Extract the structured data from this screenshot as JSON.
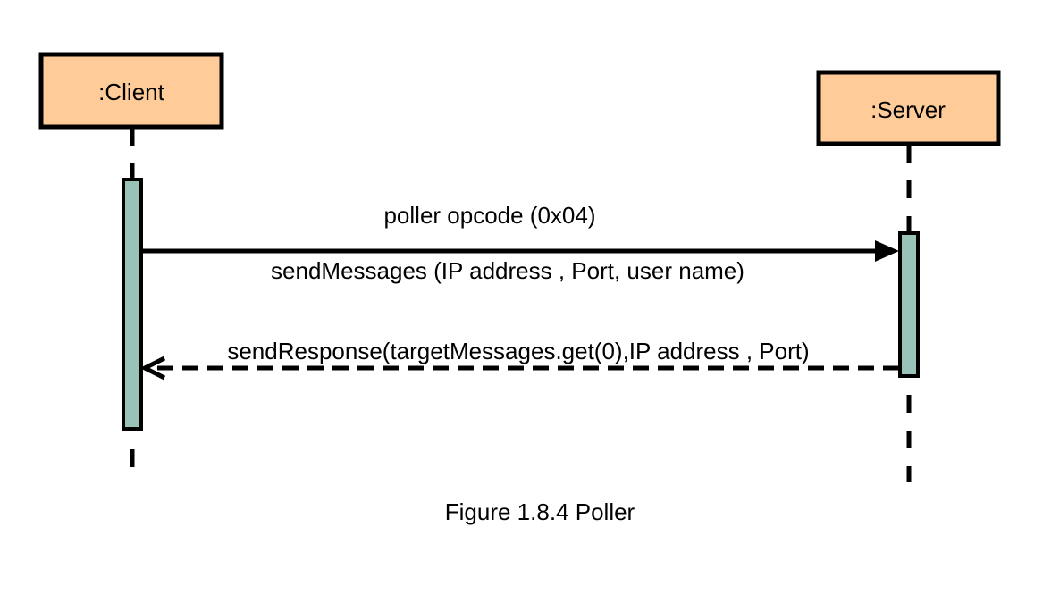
{
  "diagram": {
    "type": "sequence",
    "colors": {
      "participant_fill": "#FFCC99",
      "activation_fill": "#99C2B8",
      "stroke": "#000000",
      "background": "#FFFFFF"
    },
    "participants": [
      {
        "id": "client",
        "label": ":Client"
      },
      {
        "id": "server",
        "label": ":Server"
      }
    ],
    "messages": [
      {
        "from": "client",
        "to": "server",
        "kind": "synchronous",
        "label_above": "poller opcode (0x04)",
        "label_below": "sendMessages (IP address , Port, user name)"
      },
      {
        "from": "server",
        "to": "client",
        "kind": "return",
        "label_above": "sendResponse(targetMessages.get(0),IP address , Port)"
      }
    ],
    "caption": "Figure 1.8.4 Poller"
  }
}
